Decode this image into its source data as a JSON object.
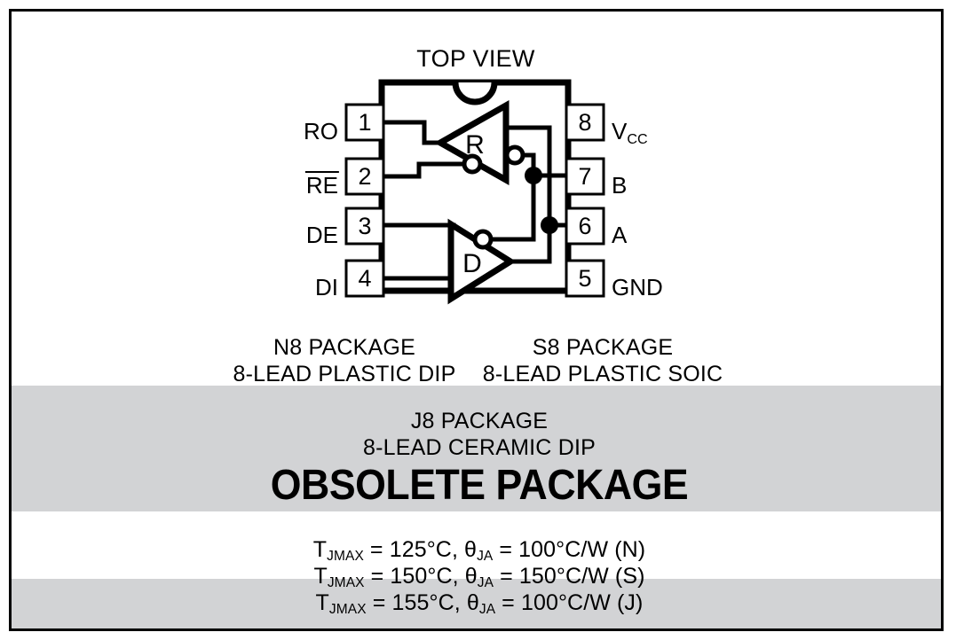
{
  "colors": {
    "band_gray": "#d2d3d5",
    "ink": "#000000",
    "page": "#ffffff"
  },
  "diagram": {
    "title": "TOP VIEW",
    "view_kind": "8-lead-ic-pinout",
    "pins_left": [
      {
        "number": "1",
        "label": "RO",
        "overbar": false
      },
      {
        "number": "2",
        "label": "RE",
        "overbar": true
      },
      {
        "number": "3",
        "label": "DE",
        "overbar": false
      },
      {
        "number": "4",
        "label": "DI",
        "overbar": false
      }
    ],
    "pins_right": [
      {
        "number": "8",
        "label": "V",
        "sub": "CC"
      },
      {
        "number": "7",
        "label": "B",
        "sub": ""
      },
      {
        "number": "6",
        "label": "A",
        "sub": ""
      },
      {
        "number": "5",
        "label": "GND",
        "sub": ""
      }
    ],
    "blocks": [
      {
        "name": "receiver",
        "symbol": "R"
      },
      {
        "name": "driver",
        "symbol": "D"
      }
    ]
  },
  "packages": {
    "left": {
      "name": "N8 PACKAGE",
      "description": "8-LEAD PLASTIC DIP"
    },
    "right": {
      "name": "S8 PACKAGE",
      "description": "8-LEAD PLASTIC SOIC"
    },
    "obsolete": {
      "name": "J8 PACKAGE",
      "description": "8-LEAD CERAMIC DIP",
      "status": "OBSOLETE PACKAGE"
    }
  },
  "thermal": {
    "lines": [
      {
        "tj_symbol": "T",
        "tj_sub": "JMAX",
        "tj_value": "125°C",
        "theta_symbol": "θ",
        "theta_sub": "JA",
        "theta_value": "100°C/W",
        "suffix": "(N)"
      },
      {
        "tj_symbol": "T",
        "tj_sub": "JMAX",
        "tj_value": "150°C",
        "theta_symbol": "θ",
        "theta_sub": "JA",
        "theta_value": "150°C/W",
        "suffix": "(S)"
      },
      {
        "tj_symbol": "T",
        "tj_sub": "JMAX",
        "tj_value": "155°C",
        "theta_symbol": "θ",
        "theta_sub": "JA",
        "theta_value": "100°C/W",
        "suffix": "(J)"
      }
    ]
  }
}
